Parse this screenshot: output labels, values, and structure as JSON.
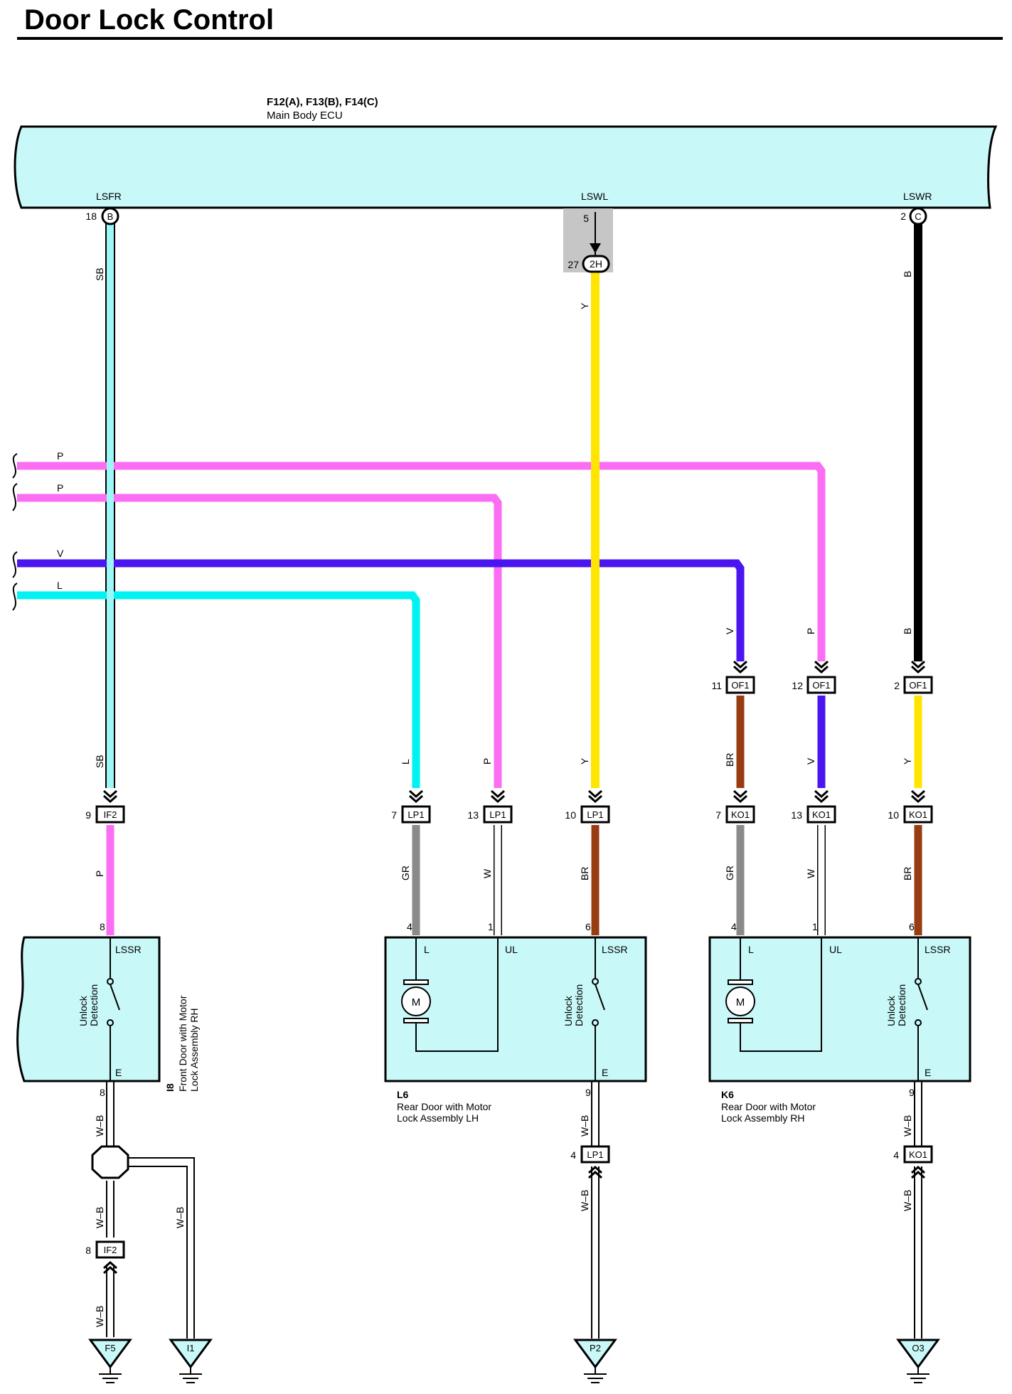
{
  "page_title": "Door Lock Control",
  "colors": {
    "SB": "#9ef7f7",
    "L": "#00f2f2",
    "P": "#fb6ef4",
    "V": "#4a15ef",
    "Y": "#ffe500",
    "B": "#000000",
    "BR": "#983c12",
    "GR": "#8a8a8a",
    "W": "#ffffff",
    "box_fill": "#c9f8f8",
    "shade": "#c6c6c6"
  },
  "ecu": {
    "connectors": "F12(A), F13(B), F14(C)",
    "name": "Main Body ECU",
    "pins": [
      {
        "label": "LSFR",
        "num": "18",
        "conn": "B"
      },
      {
        "label": "LSWL",
        "num": "5",
        "conn": ""
      },
      {
        "label": "LSWR",
        "num": "2",
        "conn": "C"
      }
    ]
  },
  "junction_2h": {
    "num": "27",
    "conn": "2H"
  },
  "left_wires": [
    {
      "code": "P"
    },
    {
      "code": "P"
    },
    {
      "code": "V"
    },
    {
      "code": "L"
    }
  ],
  "wire_labels": {
    "sb_top": "SB",
    "y_top": "Y",
    "b_top": "B",
    "v_down": "V",
    "p_down": "P",
    "b_down": "B",
    "sb_mid": "SB",
    "l_mid": "L",
    "p_mid": "P",
    "y_mid": "Y",
    "br_mid": "BR",
    "v_mid": "V",
    "y2_mid": "Y",
    "p_low": "P",
    "gr1": "GR",
    "w1": "W",
    "br1": "BR",
    "gr2": "GR",
    "w2": "W",
    "br2": "BR",
    "wb": "W–B"
  },
  "connectors": {
    "of1_a": {
      "num": "11",
      "name": "OF1"
    },
    "of1_b": {
      "num": "12",
      "name": "OF1"
    },
    "of1_c": {
      "num": "2",
      "name": "OF1"
    },
    "if2_a": {
      "num": "9",
      "name": "IF2"
    },
    "lp1_a": {
      "num": "7",
      "name": "LP1"
    },
    "lp1_b": {
      "num": "13",
      "name": "LP1"
    },
    "lp1_c": {
      "num": "10",
      "name": "LP1"
    },
    "ko1_a": {
      "num": "7",
      "name": "KO1"
    },
    "ko1_b": {
      "num": "13",
      "name": "KO1"
    },
    "ko1_c": {
      "num": "10",
      "name": "KO1"
    },
    "lp1_d": {
      "num": "4",
      "name": "LP1"
    },
    "ko1_d": {
      "num": "4",
      "name": "KO1"
    },
    "if2_b": {
      "num": "8",
      "name": "IF2"
    }
  },
  "components": {
    "i8": {
      "code": "I8",
      "name_line1": "Front Door with Motor",
      "name_line2": "Lock Assembly RH",
      "pin_top": "8",
      "pin_bottom": "8",
      "lssr": "LSSR",
      "e": "E",
      "switch_line1": "Unlock",
      "switch_line2": "Detection"
    },
    "l6": {
      "code": "L6",
      "name_line1": "Rear Door with Motor",
      "name_line2": "Lock Assembly LH",
      "pins_top": [
        "4",
        "1",
        "6"
      ],
      "pin_bottom": "9",
      "l": "L",
      "ul": "UL",
      "lssr": "LSSR",
      "e": "E",
      "motor": "M",
      "switch_line1": "Unlock",
      "switch_line2": "Detection"
    },
    "k6": {
      "code": "K6",
      "name_line1": "Rear Door with Motor",
      "name_line2": "Lock Assembly RH",
      "pins_top": [
        "4",
        "1",
        "6"
      ],
      "pin_bottom": "9",
      "l": "L",
      "ul": "UL",
      "lssr": "LSSR",
      "e": "E",
      "motor": "M",
      "switch_line1": "Unlock",
      "switch_line2": "Detection"
    }
  },
  "grounds": [
    "F5",
    "I1",
    "P2",
    "O3"
  ]
}
